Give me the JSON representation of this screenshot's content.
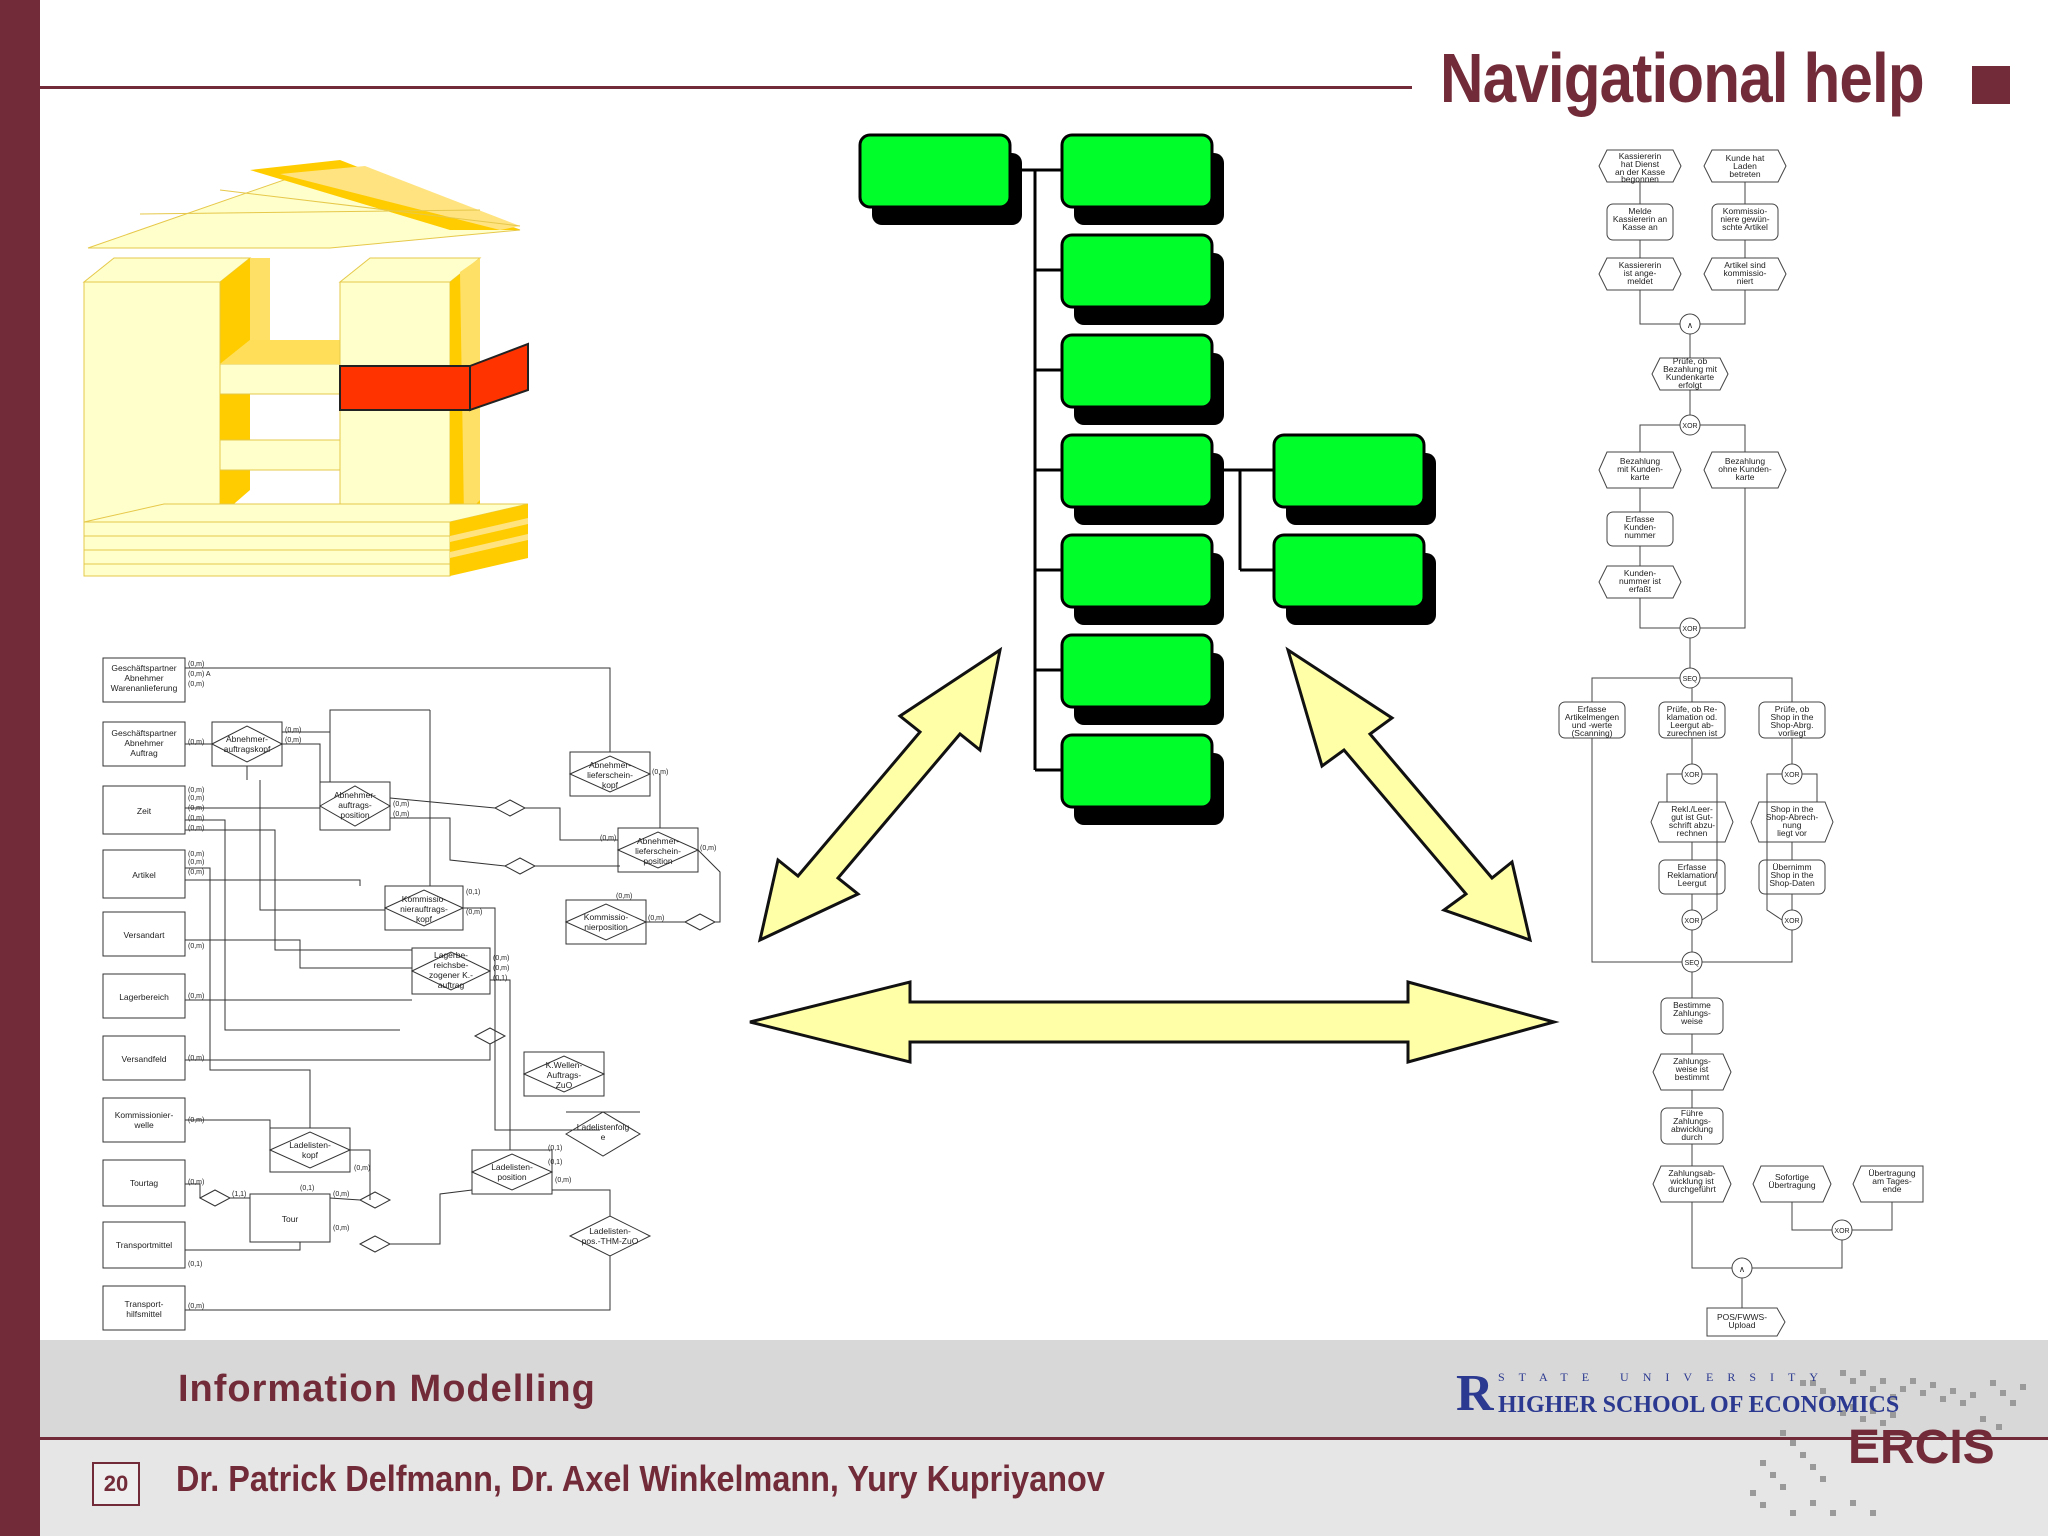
{
  "header": {
    "title": "Navigational help"
  },
  "footer": {
    "course": "Information Modelling",
    "page_number": "20",
    "authors": "Dr. Patrick Delfmann, Dr. Axel Winkelmann, Yury Kupriyanov",
    "logo_top": "STATE UNIVERSITY",
    "logo_main": "HIGHER SCHOOL OF ECONOMICS",
    "logo_ercis": "ERCIS"
  },
  "erm": {
    "entities": [
      "Geschäftspartner Abnehmer Warenanlieferung",
      "Geschäftspartner Abnehmer Auftrag",
      "Zeit",
      "Artikel",
      "Versandart",
      "Lagerbereich",
      "Versandfeld",
      "Kommissionier-welle",
      "Tourtag",
      "Transportmittel",
      "Transport-hilfsmittel"
    ],
    "relationships": [
      "Abnehmer-auftragskopf",
      "Abnehmer-auftrags-position",
      "Abnehmer-lieferschein-kopf",
      "Abnehmer-lieferschein-position",
      "Kommissio-nierauftrags-kopf",
      "Kommissio-nierposition",
      "Lagerbe-reichsbe-zogener K.-auftrag",
      "K.Wellen-Auftrags-ZuO",
      "Ladelistenfolg e",
      "Ladelisten-kopf",
      "Ladelisten-position",
      "Tour",
      "Ladelisten-pos.-THM-ZuO"
    ],
    "cardinalities": [
      "(0,m)",
      "(0,1)",
      "(1,1)",
      "A"
    ]
  },
  "epc": {
    "events": [
      "Kassiererin hat Dienst an der Kasse begonnen",
      "Kunde hat Laden betreten",
      "Kassiererin ist ange-meldet",
      "Artikel sind kommissio-niert",
      "Prüfe, ob Bezahlung mit Kundenkarte erfolgt",
      "Bezahlung mit Kunden-karte",
      "Bezahlung ohne Kunden-karte",
      "Kunden-nummer ist erfaßt",
      "Rekl./Leer-gut ist Gut-schrift abzu-rechnen",
      "Shop in the Shop-Abrech-nung liegt vor",
      "Zahlungs-weise ist bestimmt",
      "Zahlungsab-wicklung ist durchgeführt",
      "Sofortige Übertragung",
      "Übertragung am Tages-ende",
      "POS/FWWS-Upload"
    ],
    "functions": [
      "Melde Kassiererin an Kasse an",
      "Kommissio-niere gewün-schte Artikel",
      "Erfasse Kunden-nummer",
      "Erfasse Artikelmengen und -werte (Scanning)",
      "Prüfe, ob Re-klamation od. Leergut ab-zurechnen ist",
      "Prüfe, ob Shop in the Shop-Abrg. vorliegt",
      "Erfasse Reklamation/ Leergut",
      "Übernimm Shop in the Shop-Daten",
      "Bestimme Zahlungs-weise",
      "Führe Zahlungs-abwicklung durch"
    ],
    "connectors": [
      "XOR",
      "SEQ",
      "∧"
    ]
  },
  "colors": {
    "accent": "#722b38",
    "tree_node": "#00ff2a",
    "arrow_fill": "#ffffa8",
    "highlight": "#ff3300",
    "cube_yellow": "#ffcc00",
    "cube_light": "#ffffcc"
  }
}
